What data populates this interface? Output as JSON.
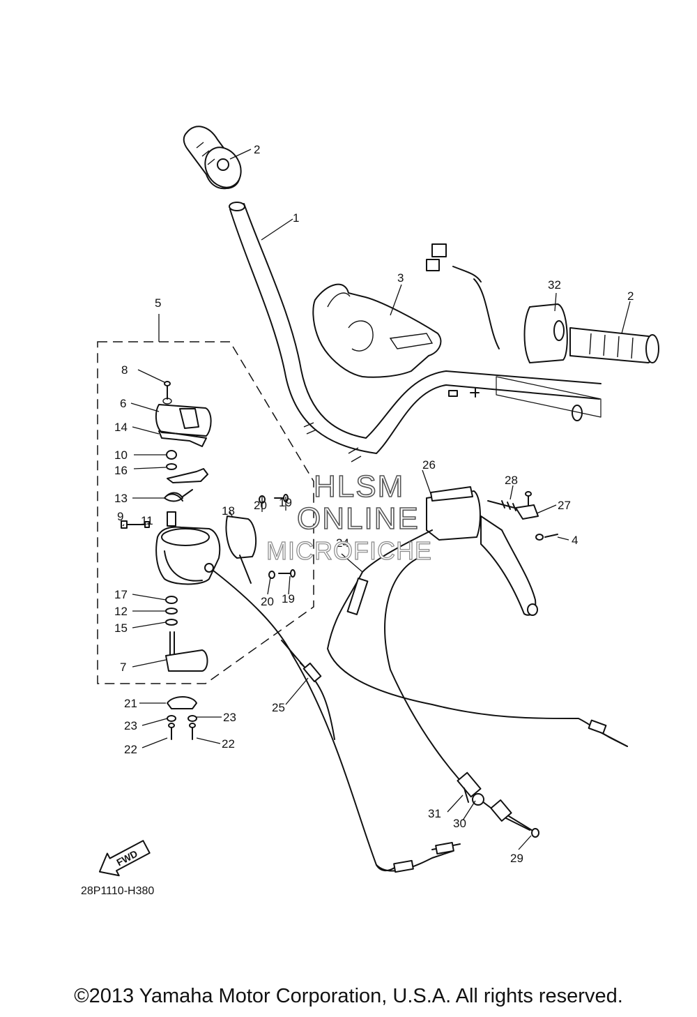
{
  "diagram": {
    "callouts": [
      "1",
      "2",
      "2",
      "3",
      "4",
      "5",
      "6",
      "7",
      "8",
      "9",
      "10",
      "11",
      "12",
      "13",
      "14",
      "15",
      "16",
      "17",
      "18",
      "19",
      "19",
      "20",
      "20",
      "21",
      "22",
      "22",
      "23",
      "23",
      "24",
      "25",
      "26",
      "27",
      "28",
      "29",
      "30",
      "31",
      "32"
    ],
    "fwd_label": "FWD",
    "drawing_code": "28P1110-H380",
    "watermark": [
      "HLSM",
      "ONLINE",
      "MICROFICHE"
    ]
  },
  "footer": {
    "copyright": "©2013 Yamaha Motor Corporation, U.S.A. All rights reserved."
  }
}
